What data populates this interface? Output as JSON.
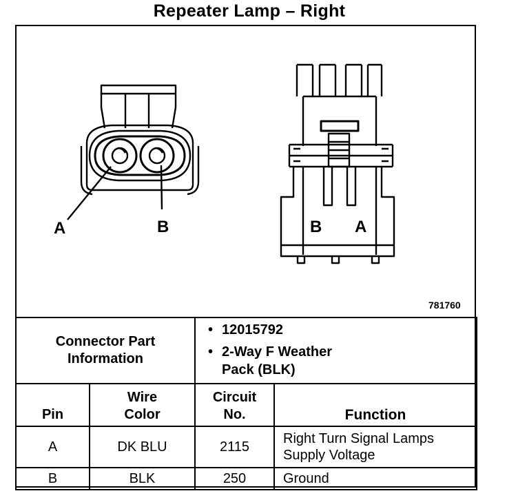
{
  "title": "Repeater Lamp – Right",
  "figure_id": "781760",
  "front_view_labels": {
    "a": "A",
    "b": "B"
  },
  "rear_view_labels": {
    "b": "B",
    "a": "A"
  },
  "connector_info": {
    "label": "Connector Part Information",
    "bullets": [
      "12015792",
      "2-Way F Weather Pack (BLK)"
    ]
  },
  "table": {
    "headers": {
      "pin": "Pin",
      "wire_color": "Wire Color",
      "circuit_no": "Circuit No.",
      "function": "Function"
    },
    "rows": [
      {
        "pin": "A",
        "wire_color": "DK BLU",
        "circuit_no": "2115",
        "function": "Right Turn Signal Lamps Supply Voltage"
      },
      {
        "pin": "B",
        "wire_color": "BLK",
        "circuit_no": "250",
        "function": "Ground"
      }
    ]
  }
}
